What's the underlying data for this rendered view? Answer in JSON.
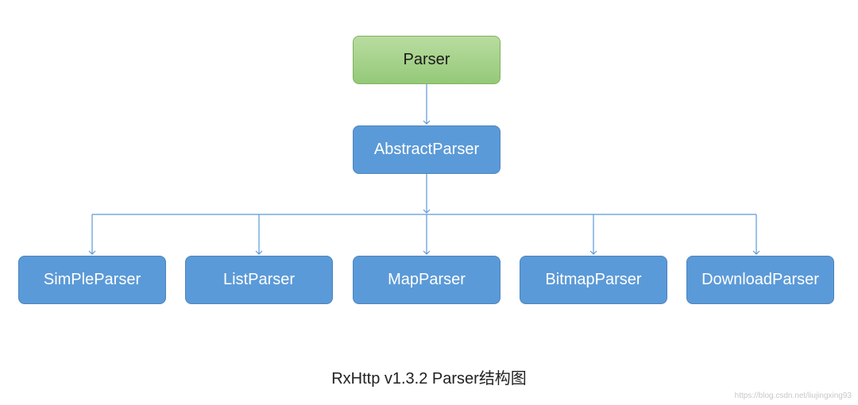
{
  "diagram": {
    "root": {
      "label": "Parser"
    },
    "abstract": {
      "label": "AbstractParser"
    },
    "children": [
      {
        "label": "SimPleParser"
      },
      {
        "label": "ListParser"
      },
      {
        "label": "MapParser"
      },
      {
        "label": "BitmapParser"
      },
      {
        "label": "DownloadParser"
      }
    ],
    "caption": "RxHttp v1.3.2 Parser结构图",
    "watermark": "https://blog.csdn.net/liujingxing93"
  },
  "colors": {
    "root_fill": "#a6d28b",
    "node_fill": "#5b9ad8",
    "connector": "#5b9ad8"
  }
}
